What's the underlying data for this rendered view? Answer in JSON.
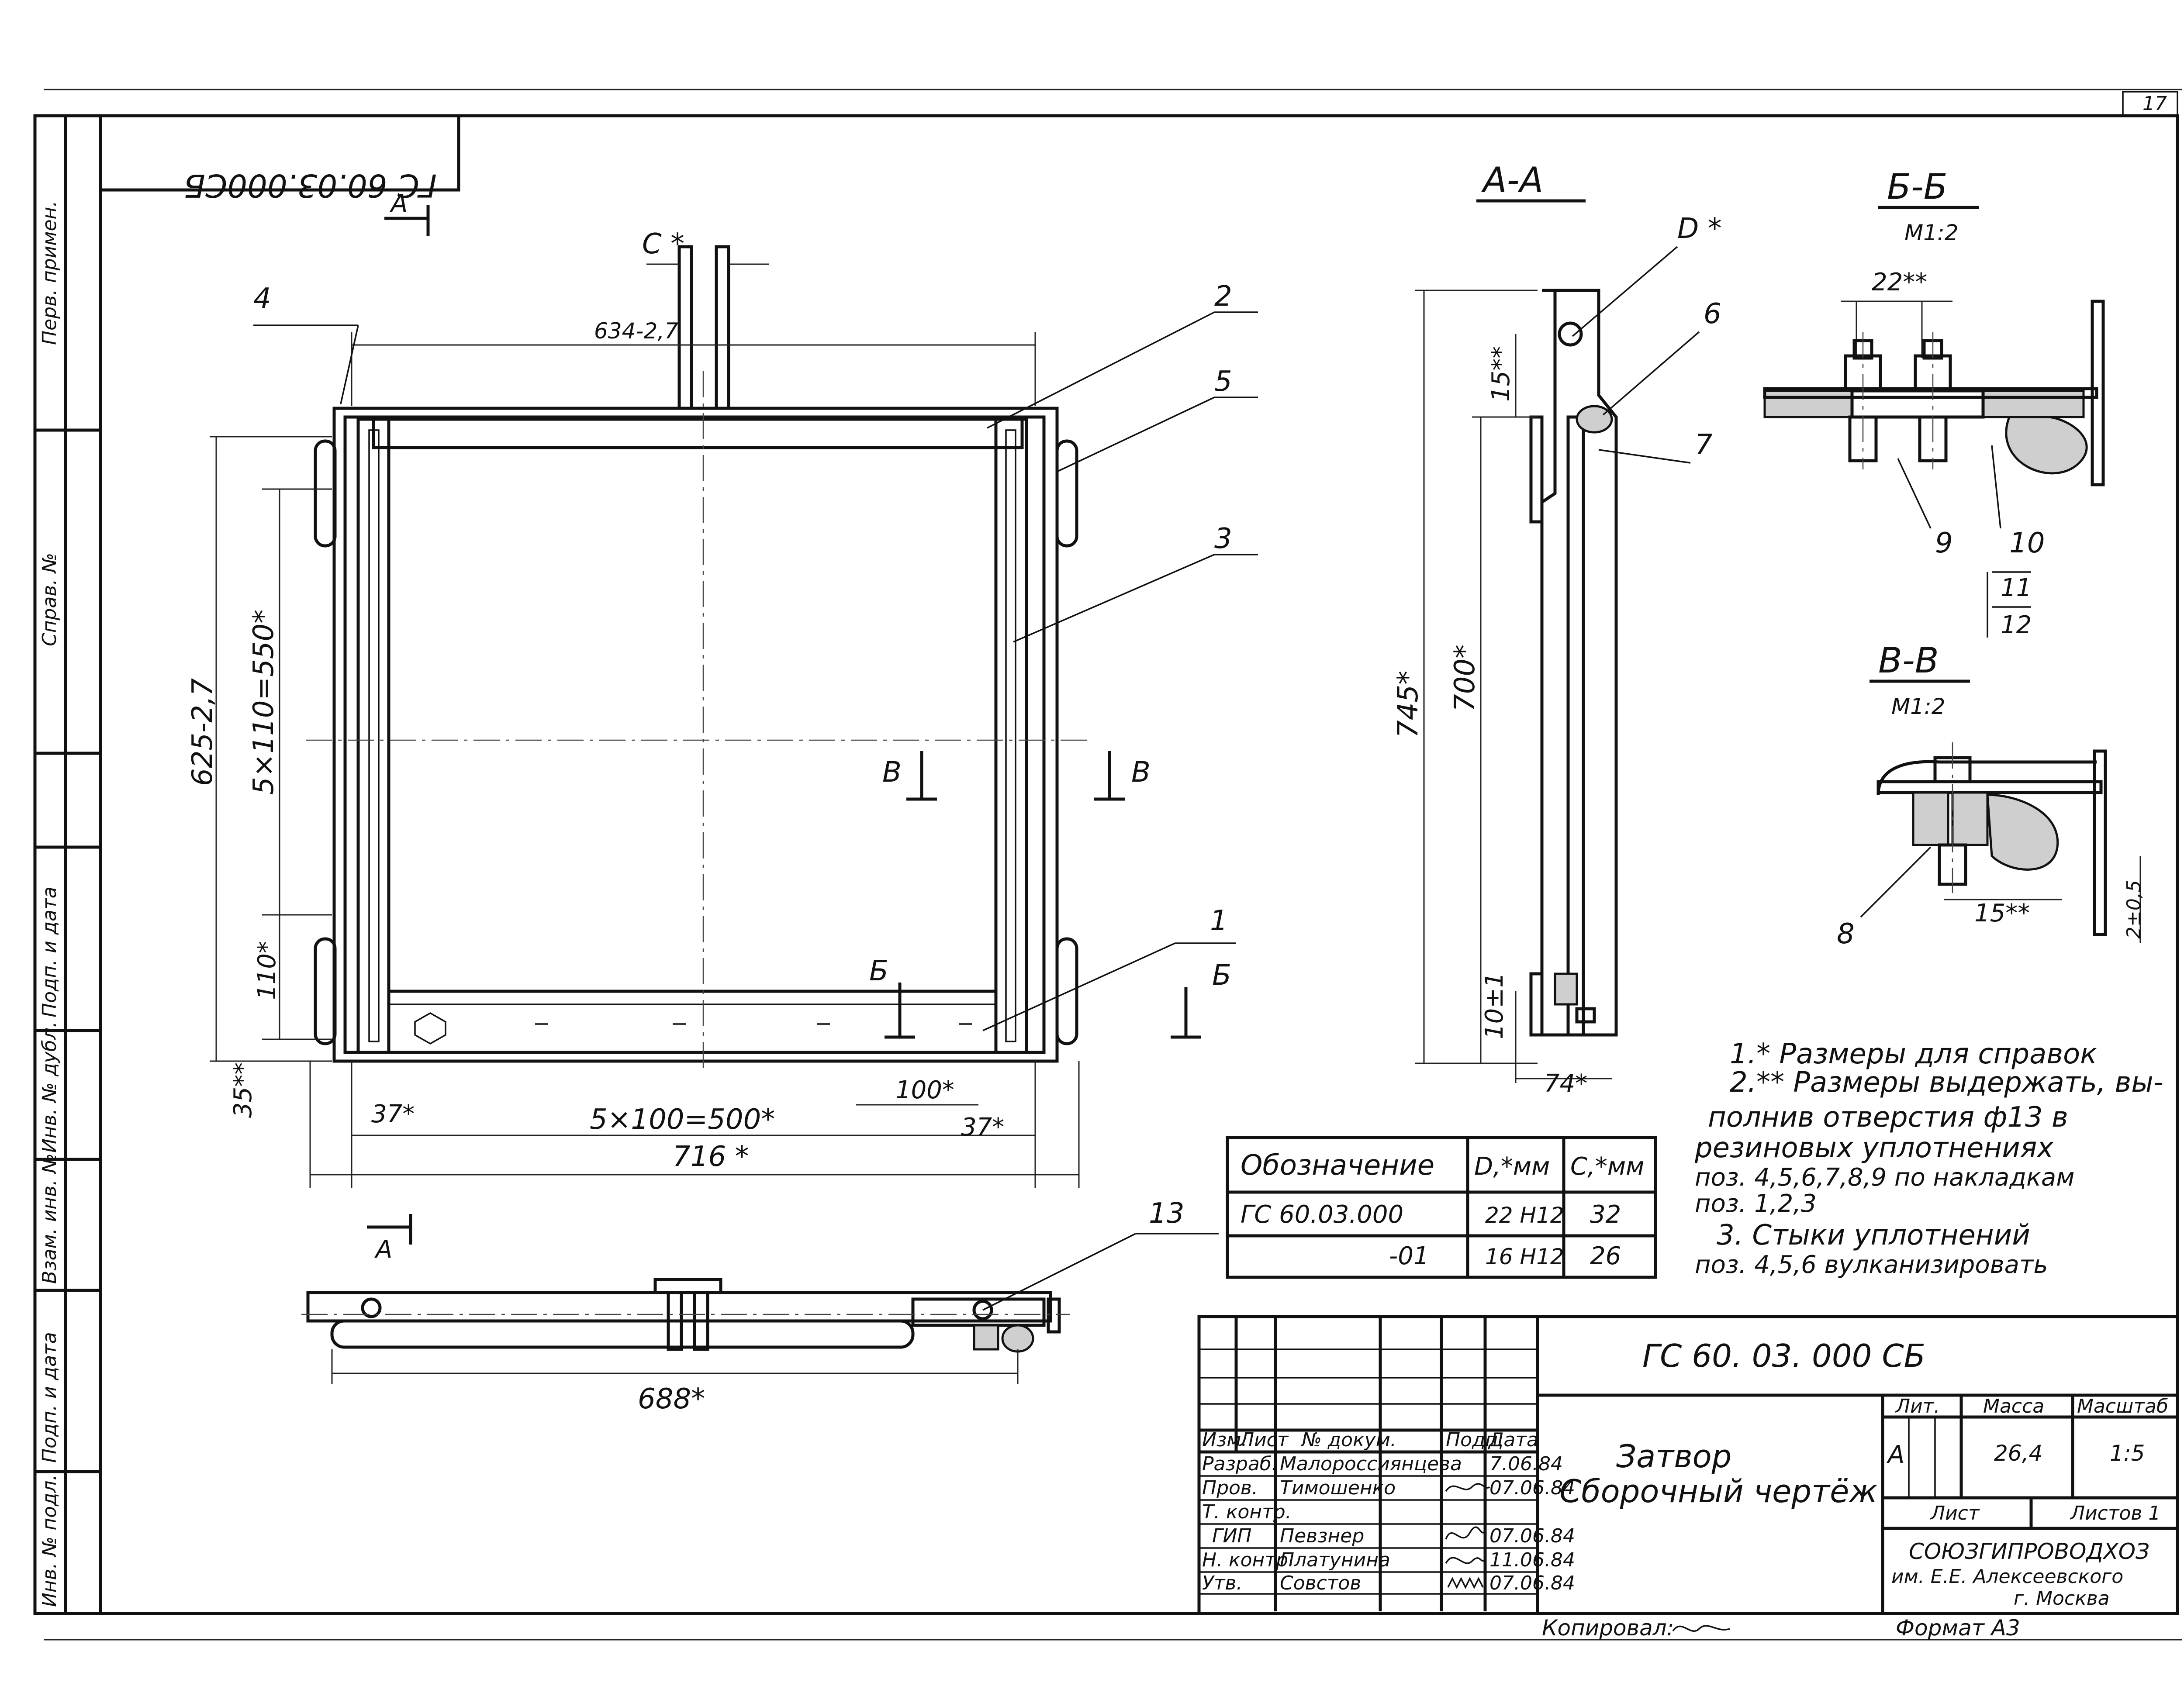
{
  "sheet": {
    "sheet_number": "17",
    "format_label": "Формат А3",
    "copied_label": "Копировал:"
  },
  "left_strip": {
    "labels": [
      "Перв. примен.",
      "Справ. №",
      "Подп. и дата",
      "Инв. № дубл.",
      "Взам. инв. №",
      "Подп. и дата",
      "Инв. № подл."
    ]
  },
  "stamp_mirrored": "ГС 60.03.000СБ",
  "main_view": {
    "section_mark_top": "А",
    "section_mark_bottom": "А",
    "dim_c": "С *",
    "dim_top": "634-2,7",
    "dim_height": "625-2,7",
    "dim_pitch_v": "5×110=550*",
    "dim_110": "110*",
    "dim_35": "35**",
    "dim_37_left": "37*",
    "dim_pitch_h": "5×100=500*",
    "dim_37_right": "37*",
    "dim_716": "716 *",
    "dim_100": "100*",
    "cut_b_left": "Б",
    "cut_b_right": "Б",
    "cut_v_left": "В",
    "cut_v_right": "В",
    "pos": [
      "4",
      "2",
      "5",
      "3",
      "1"
    ]
  },
  "section_aa": {
    "title": "А-А",
    "dim_d": "D *",
    "dim_745": "745*",
    "dim_700": "700*",
    "dim_15": "15**",
    "dim_10": "10±1",
    "dim_74": "74*",
    "pos": [
      "6",
      "7"
    ]
  },
  "section_bb": {
    "title": "Б-Б",
    "scale": "М1:2",
    "dim_22": "22**",
    "pos": [
      "9",
      "10",
      "11",
      "12"
    ]
  },
  "section_vv": {
    "title": "В-В",
    "scale": "М1:2",
    "dim_15": "15**",
    "dim_2": "2±0,5",
    "pos": [
      "8"
    ]
  },
  "bottom_view": {
    "dim_688": "688*",
    "pos": [
      "13"
    ]
  },
  "variants_table": {
    "headers": [
      "Обозначение",
      "D,*мм",
      "C,*мм"
    ],
    "rows": [
      [
        "ГС 60.03.000",
        "22 Н12",
        "32"
      ],
      [
        "-01",
        "16 Н12",
        "26"
      ]
    ]
  },
  "notes": [
    "1.* Размеры для справок",
    "2.** Размеры выдержать, вы-",
    "полнив отверстия ф13 в",
    "резиновых уплотнениях",
    "поз. 4,5,6,7,8,9 по накладкам",
    "поз. 1,2,3",
    "3. Стыки уплотнений",
    "поз. 4,5,6 вулканизировать"
  ],
  "title_block": {
    "designation": "ГС 60. 03. 000 СБ",
    "name_line1": "Затвор",
    "name_line2": "Сборочный чертёж",
    "col_headers": [
      "Изм.",
      "Лист",
      "№ докум.",
      "Подп.",
      "Дата"
    ],
    "roles": [
      {
        "role": "Разраб.",
        "name": "Малороссиянцева",
        "date": "7.06.84"
      },
      {
        "role": "Пров.",
        "name": "Тимошенко",
        "date": "07.06.84"
      },
      {
        "role": "Т. контр.",
        "name": "",
        "date": ""
      },
      {
        "role": "ГИП",
        "name": "Певзнер",
        "date": "07.06.84"
      },
      {
        "role": "Н. контр.",
        "name": "Платунина",
        "date": "11.06.84"
      },
      {
        "role": "Утв.",
        "name": "Совстов",
        "date": "07.06.84"
      }
    ],
    "lit_label": "Лит.",
    "mass_label": "Масса",
    "scale_label": "Масштаб",
    "lit_value": "А",
    "mass_value": "26,4",
    "scale_value": "1:5",
    "sheet_label": "Лист",
    "sheets_label": "Листов 1",
    "org_line1": "СОЮЗГИПРОВОДХОЗ",
    "org_line2": "им. Е.Е. Алексеевского",
    "org_line3": "г. Москва"
  }
}
